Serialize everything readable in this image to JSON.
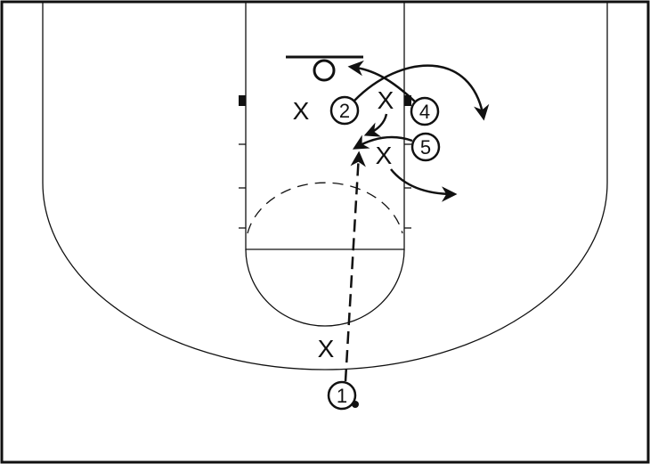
{
  "diagram": {
    "type": "basketball-play",
    "players": [
      {
        "id": "player-1",
        "label": "1",
        "has_ball": true
      },
      {
        "id": "player-2",
        "label": "2"
      },
      {
        "id": "player-4",
        "label": "4"
      },
      {
        "id": "player-5",
        "label": "5"
      }
    ],
    "defenders": [
      {
        "id": "defender-a",
        "label": "X"
      },
      {
        "id": "defender-b",
        "label": "X"
      },
      {
        "id": "defender-c",
        "label": "X"
      },
      {
        "id": "defender-d",
        "label": "X"
      }
    ],
    "colors": {
      "line": "#111111",
      "background": "#ffffff"
    }
  }
}
